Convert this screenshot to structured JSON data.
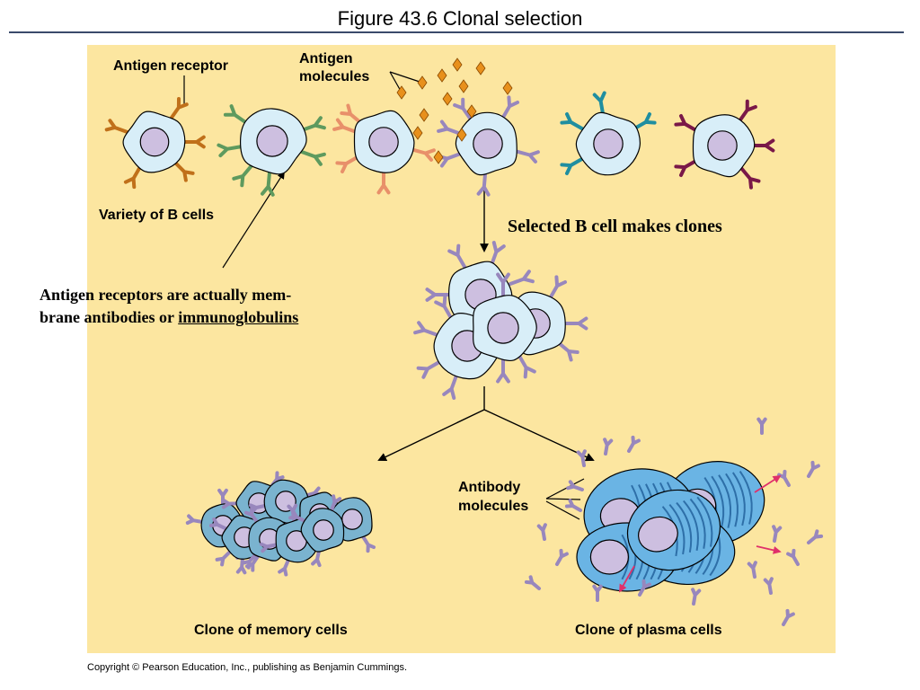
{
  "slide": {
    "title": "Figure 43.6  Clonal selection",
    "copyright": "Copyright © Pearson Education, Inc., publishing as Benjamin Cummings."
  },
  "labels": {
    "antigen_receptor": "Antigen receptor",
    "antigen_molecules_line1": "Antigen",
    "antigen_molecules_line2": "molecules",
    "variety_of_b_cells": "Variety of B cells",
    "selected_b_cell": "Selected B cell makes clones",
    "antibody_molecules_line1": "Antibody",
    "antibody_molecules_line2": "molecules",
    "clone_memory": "Clone of memory cells",
    "clone_plasma": "Clone of plasma cells"
  },
  "caption": {
    "line1": "Antigen receptors are actually mem-",
    "line2_prefix": "brane antibodies or ",
    "line2_underlined": "immunoglobulins"
  },
  "colors": {
    "background": "#fce6a0",
    "cell_fill": "#d8eef8",
    "nucleus": "#cdbfe0",
    "memory_cell": "#7ab3cf",
    "plasma_cell": "#6ab4e4",
    "receptor_selected": "#9887bd",
    "receptor_orange": "#c0701a",
    "receptor_green": "#5e9a5e",
    "receptor_salmon": "#e8906a",
    "receptor_teal": "#1f8ea0",
    "receptor_maroon": "#7a1848",
    "antigen": "#e8901c",
    "secretion_arrow": "#e0306a"
  }
}
